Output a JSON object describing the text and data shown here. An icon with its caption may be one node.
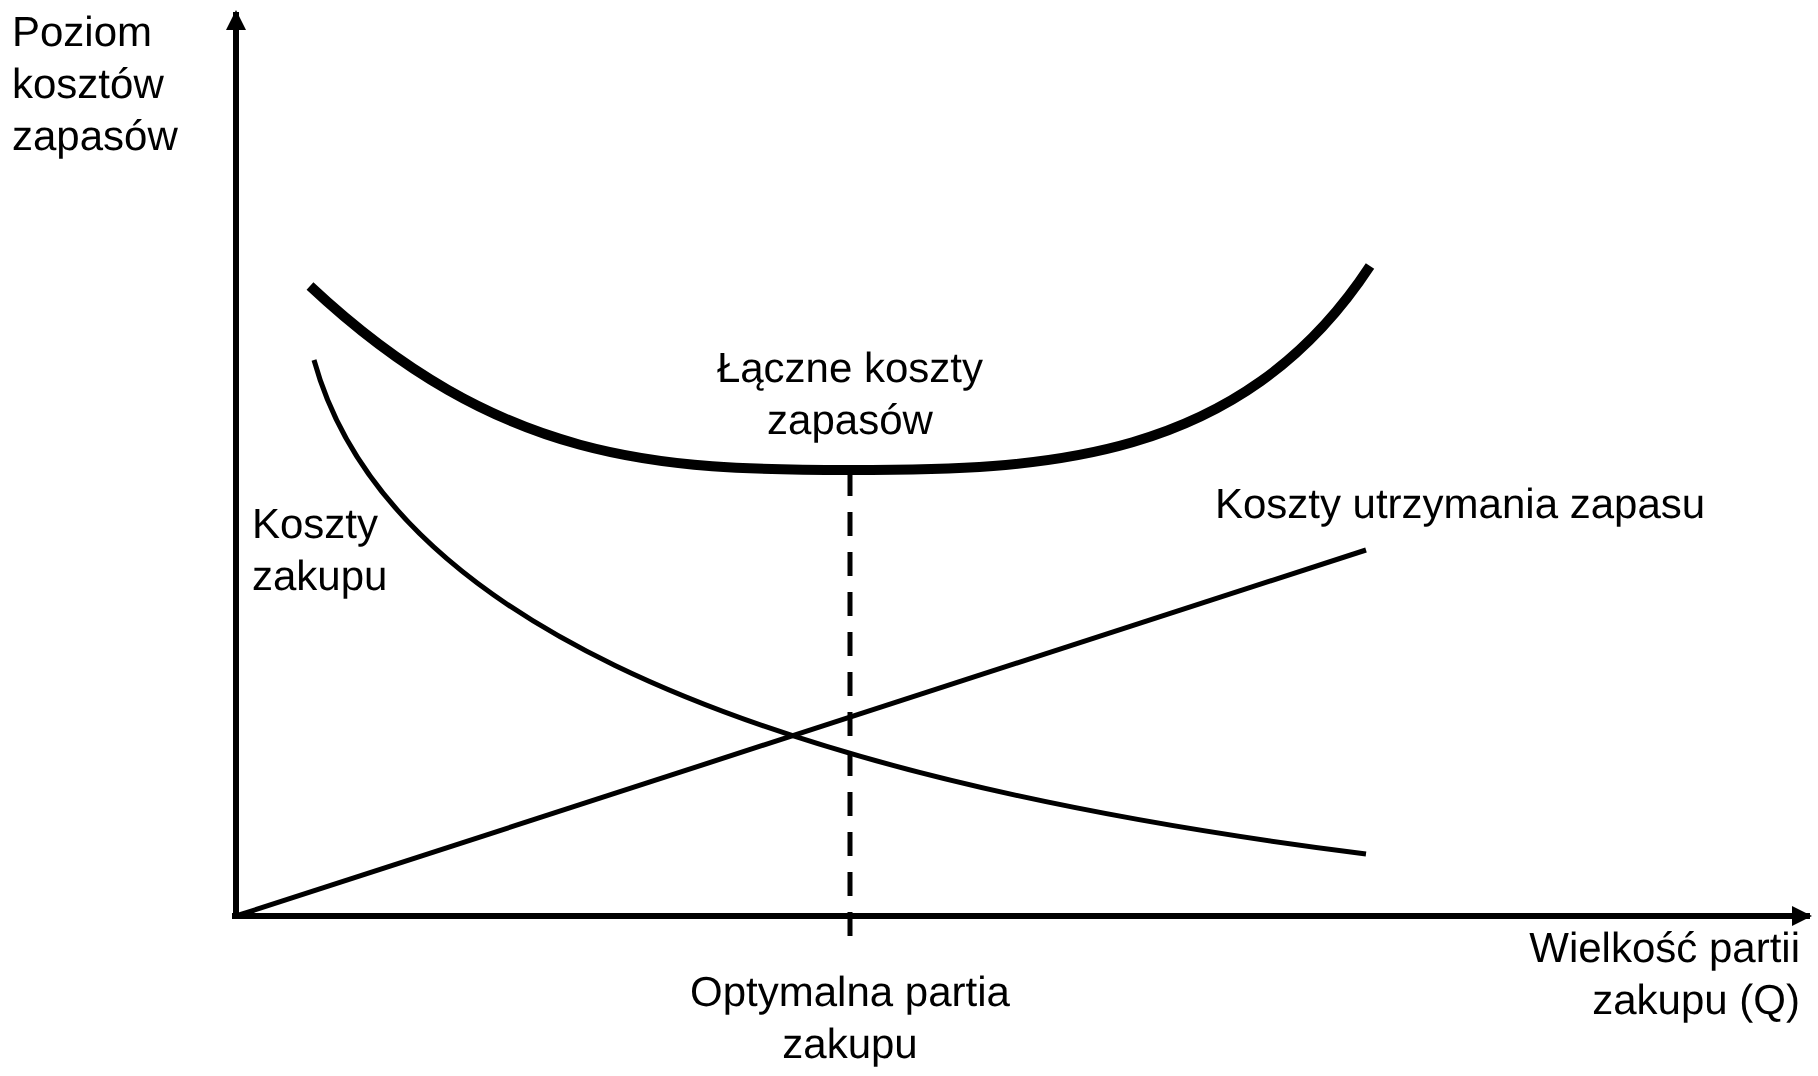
{
  "diagram": {
    "labels": [
      "Poziom kosztów zapasów",
      "Łączne koszty zapasów",
      "Koszty zakupu",
      "Koszty utrzymania zapasu",
      "Wielkość partii zakupu (Q)",
      "Optymalna partia zakupu"
    ]
  }
}
